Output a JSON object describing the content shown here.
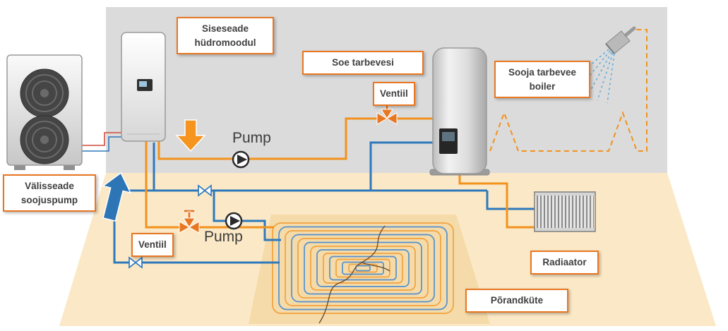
{
  "scene": {
    "labels": {
      "indoor_unit": "Siseseade\nhüdromoodul",
      "outdoor_unit": "Välisseade\nsoojuspump",
      "hot_tap_water": "Soe tarbevesi",
      "valve_top": "Ventiil",
      "boiler": "Sooja tarbevee\nboiler",
      "pump_top": "Pump",
      "valve_bottom": "Ventiil",
      "pump_bottom": "Pump",
      "radiator": "Radiaator",
      "floor_heating": "Põrandküte"
    },
    "colors": {
      "supply_pipe": "#F2921D",
      "return_pipe": "#2E79BC",
      "refrigerant_hot": "#D04A3A",
      "wall": "#DBDBDB",
      "floor": "#FBE8C6",
      "floor_coil_area": "#F3D7A0",
      "label_border": "#E87722",
      "label_text": "#3F3F3F"
    },
    "icons": {
      "pump": "circle-with-right-triangle",
      "three_way_valve": "orange-bowtie-with-actuator",
      "check_valve": "blue-bowtie",
      "shower": "shower-head-with-spray",
      "flow_down_arrow": "orange-down-arrow",
      "flow_up_arrow": "blue-up-arrow"
    }
  }
}
